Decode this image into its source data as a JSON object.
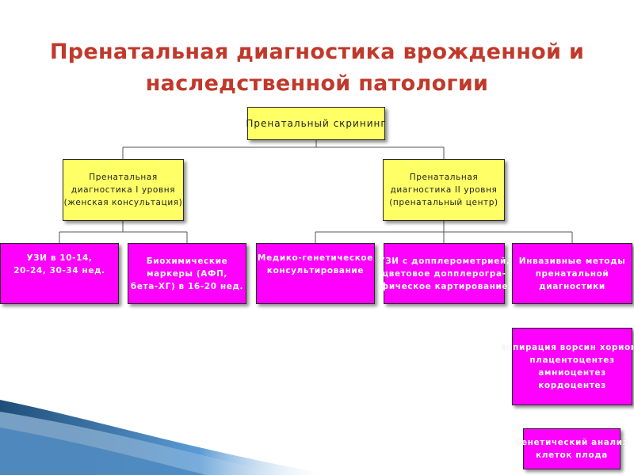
{
  "title": {
    "line1": "Пренатальная диагностика врожденной и",
    "line2": "наследственной патологии"
  },
  "colors": {
    "title": "#c0392b",
    "yellow_box": "#ffff66",
    "magenta_box": "#ff00ff",
    "connector": "#555555"
  },
  "diagram": {
    "root": {
      "lines": [
        "Пренатальный скрининг"
      ]
    },
    "level1": [
      {
        "lines": [
          "Пренатальная",
          "диагностика I уровня",
          "(женская консультация)"
        ]
      },
      {
        "lines": [
          "Пренатальная",
          "диагностика II уровня",
          "(пренатальный центр)"
        ]
      }
    ],
    "level2_left": [
      {
        "lines": [
          "УЗИ в 10-14,",
          "20-24, 30-34 нед."
        ]
      },
      {
        "lines": [
          "Биохимические",
          "маркеры (АФП,",
          "бета-ХГ) в 16-20 нед."
        ]
      }
    ],
    "level2_right": [
      {
        "lines": [
          "Медико-генетическое",
          "консультирование"
        ]
      },
      {
        "lines": [
          "УЗИ с допплерометрией,",
          "цветовое допплерогра-",
          "фическое картирование"
        ]
      },
      {
        "lines": [
          "Инвазивные методы",
          "пренатальной",
          "диагностики"
        ]
      }
    ],
    "invasive_methods": {
      "lines": [
        "аспирация ворсин хориона",
        "плацентоцентез",
        "амниоцентез",
        "кордоцентез"
      ]
    },
    "genetic_analysis": {
      "lines": [
        "Генетический анализ",
        "клеток плода"
      ]
    }
  }
}
